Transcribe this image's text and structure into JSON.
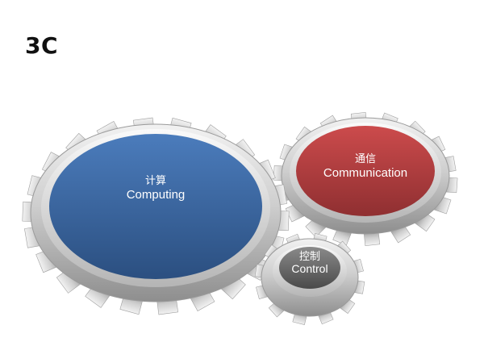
{
  "slide": {
    "title": "3C"
  },
  "gears": [
    {
      "id": "computing",
      "label_cn": "计算",
      "label_en": "Computing",
      "color": "#3f6aa3"
    },
    {
      "id": "communication",
      "label_cn": "通信",
      "label_en": "Communication",
      "color": "#b33f40"
    },
    {
      "id": "control",
      "label_cn": "控制",
      "label_en": "Control",
      "color": "#6e6e6e"
    }
  ]
}
